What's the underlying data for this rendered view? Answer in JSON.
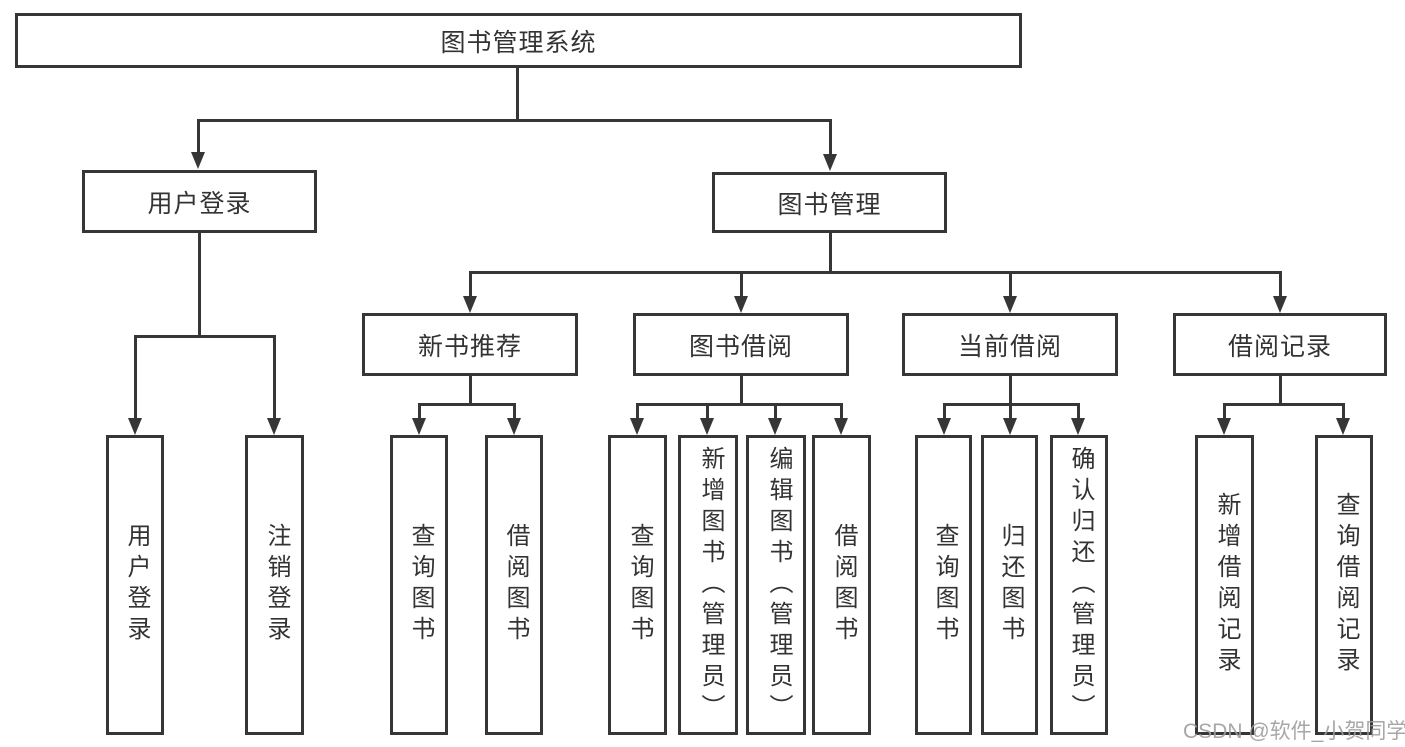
{
  "tree": {
    "root": "图书管理系统",
    "branches": [
      {
        "label": "用户登录",
        "children": [
          "用户登录",
          "注销登录"
        ]
      },
      {
        "label": "图书管理",
        "children": [
          {
            "label": "新书推荐",
            "children": [
              "查询图书",
              "借阅图书"
            ]
          },
          {
            "label": "图书借阅",
            "children": [
              "查询图书",
              "新增图书（管理员）",
              "编辑图书（管理员）",
              "借阅图书"
            ]
          },
          {
            "label": "当前借阅",
            "children": [
              "查询图书",
              "归还图书",
              "确认归还（管理员）"
            ]
          },
          {
            "label": "借阅记录",
            "children": [
              "新增借阅记录",
              "查询借阅记录"
            ]
          }
        ]
      }
    ]
  },
  "watermark": {
    "text": "CSDN @软件_小贺同学"
  },
  "colors": {
    "line": "#363636",
    "text": "#333333",
    "watermark": "#9e9e9e",
    "background": "#ffffff"
  }
}
